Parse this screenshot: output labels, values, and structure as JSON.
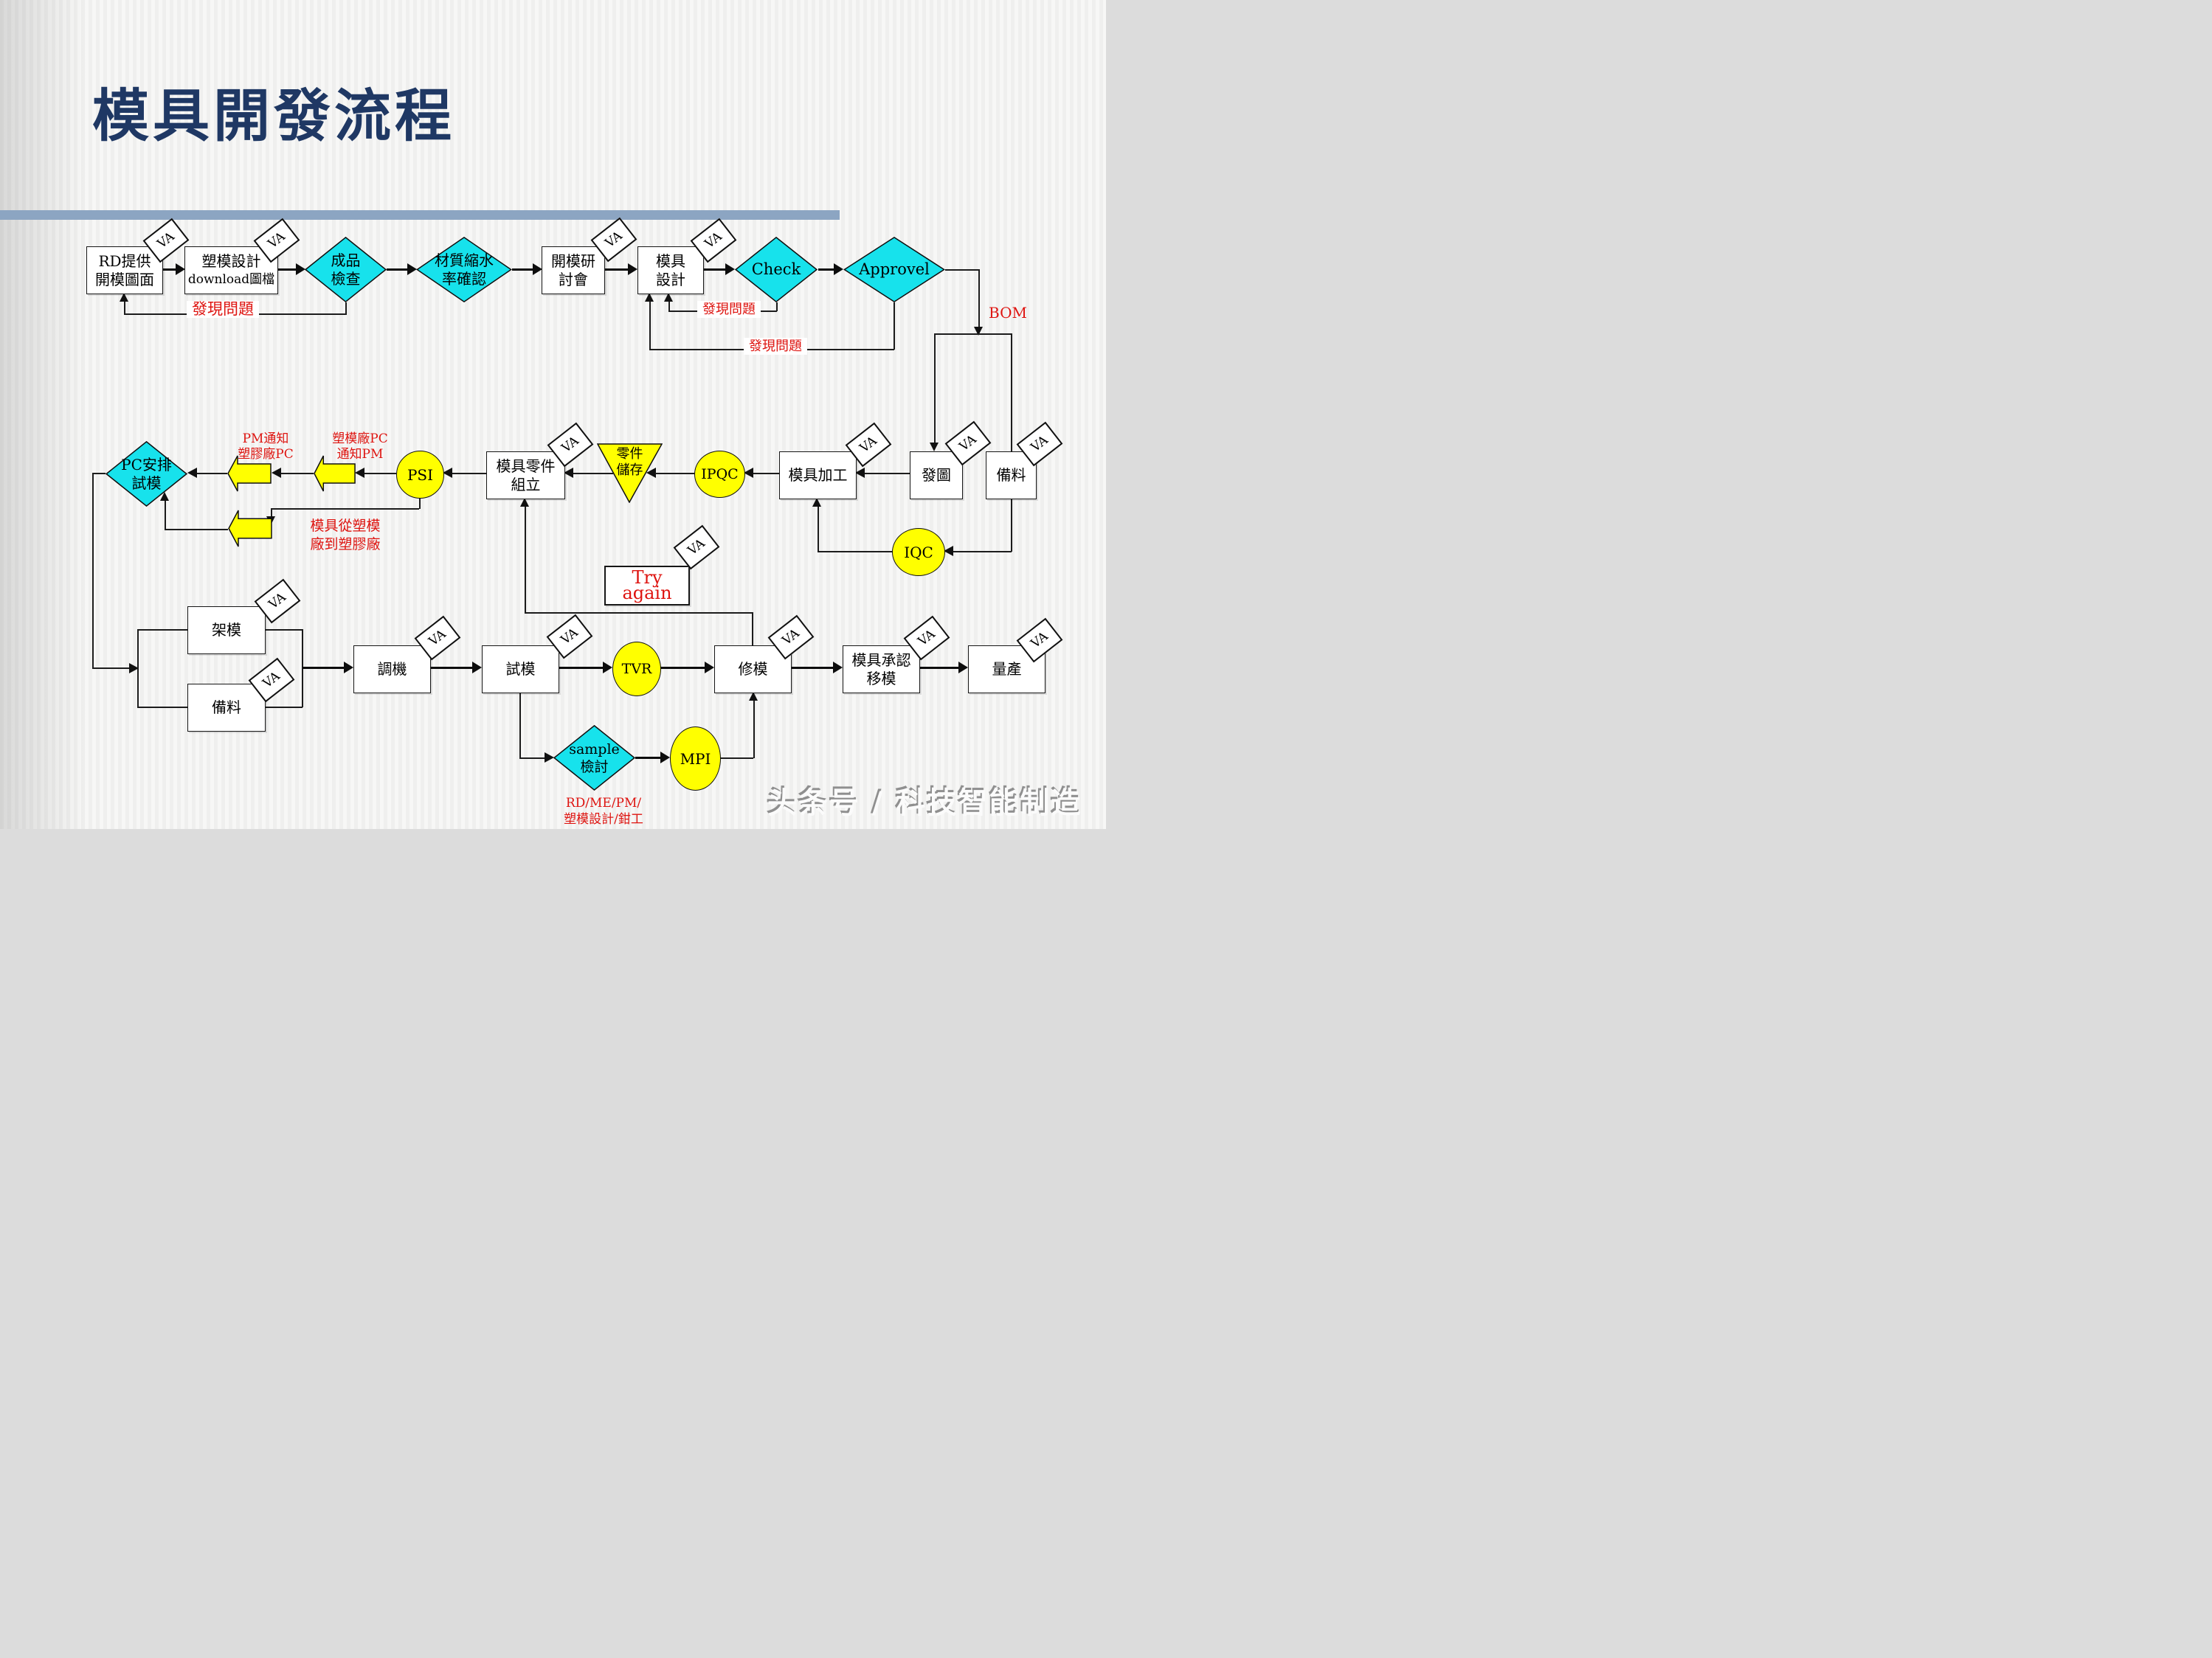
{
  "title": "模具開發流程",
  "watermark": "头条号 / 科技智能制造",
  "tag": "VA",
  "colors": {
    "cyan": "#17E2EC",
    "yellow": "#FFFF00",
    "red": "#DE1410",
    "navy": "#1F3864",
    "bar": "#8CA5C2"
  },
  "nodes": {
    "rd": [
      "RD提供",
      "開模圖面"
    ],
    "mold_dl": [
      "塑模設計",
      "download圖檔"
    ],
    "product_inspect": [
      "成品",
      "檢查"
    ],
    "shrink_confirm": [
      "材質縮水",
      "率確認"
    ],
    "meeting": [
      "開模研",
      "討會"
    ],
    "mold_design": [
      "模具",
      "設計"
    ],
    "check": "Check",
    "approvel": "Approvel",
    "pc_trial": [
      "PC安排",
      "試模"
    ],
    "psi": "PSI",
    "assembly": [
      "模具零件",
      "組立"
    ],
    "storage": [
      "零件",
      "儲存"
    ],
    "ipqc": "IPQC",
    "machining": "模具加工",
    "issue_drawing": "發圖",
    "prep_material_top": "備料",
    "iqc": "IQC",
    "rack_mold": "架模",
    "prep_material_bottom": "備料",
    "tune_machine": "調機",
    "trial_mold": "試模",
    "tvr": "TVR",
    "repair_mold": "修模",
    "approval_transfer": [
      "模具承認",
      "移模"
    ],
    "mass_production": "量產",
    "sample_review": [
      "sample",
      "檢討"
    ],
    "mpi": "MPI",
    "try_again": "Try again"
  },
  "labels": {
    "found_problem": "發現問題",
    "bom": "BOM",
    "pm_notify": [
      "PM通知",
      "塑膠廠PC"
    ],
    "factory_notify": [
      "塑模廠PC",
      "通知PM"
    ],
    "mold_transfer": [
      "模具從塑模",
      "廠到塑膠廠"
    ],
    "review_members": [
      "RD/ME/PM/",
      "塑模設計/鉗工"
    ]
  }
}
